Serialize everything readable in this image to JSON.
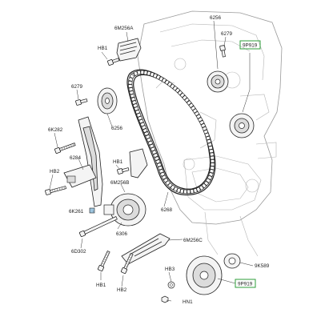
{
  "labels": {
    "l6256_top": "6256",
    "l6279_top": "6279",
    "l9p919_top": "9P919",
    "l6m256a": "6M256A",
    "lhb1_top": "HB1",
    "l6279_left": "6279",
    "l6k282": "6K282",
    "l6256_mid": "6256",
    "l6284": "6284",
    "lhb1_mid": "HB1",
    "lhb2_left": "HB2",
    "l6m256b": "6M256B",
    "l6k261": "6K261",
    "l6268": "6268",
    "l6306": "6306",
    "l6d302": "6D302",
    "l6m256c": "6M256C",
    "lhb3": "HB3",
    "l9k589": "9K589",
    "l9p919_bot": "9P919",
    "lhb1_bot": "HB1",
    "lhb2_bot": "HB2",
    "lhn1": "HN1"
  },
  "colors": {
    "highlight_box": "#2e9d3a",
    "line": "#222222",
    "engine_outline": "#9a9a9a",
    "background": "#ffffff"
  },
  "icons": {
    "parts": [
      "bolt-icon",
      "sprocket-icon",
      "chain-icon",
      "guide-icon",
      "tensioner-icon"
    ]
  }
}
